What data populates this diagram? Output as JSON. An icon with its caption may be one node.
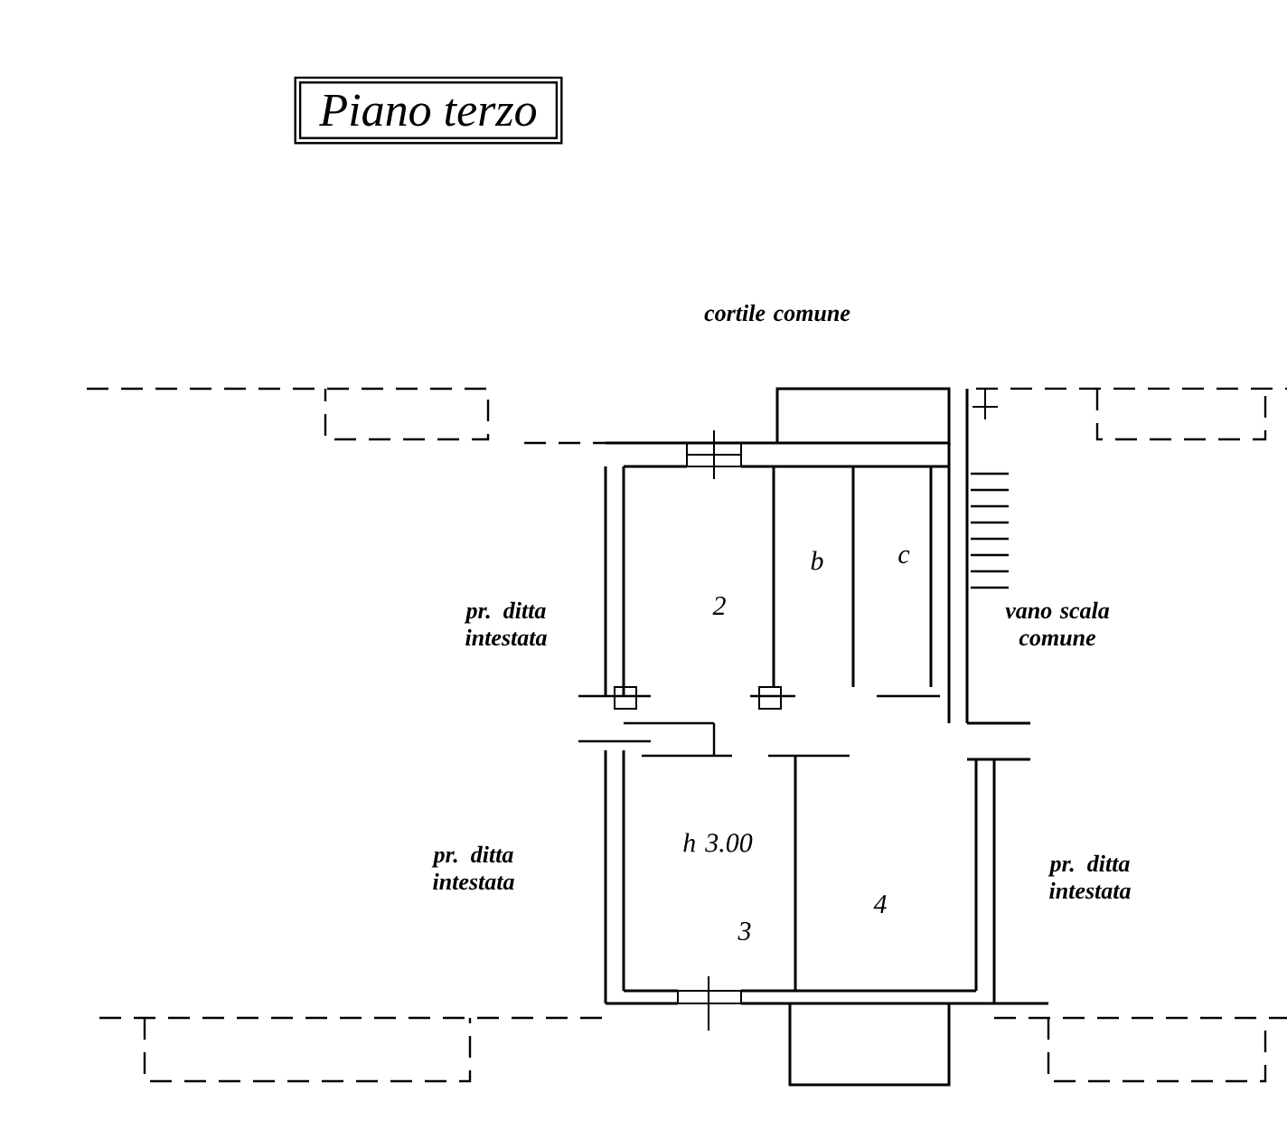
{
  "diagram": {
    "title": "Piano terzo",
    "labels": [
      "cortile comune",
      "pr. ditta intestata",
      "vano scala comune",
      "b",
      "c",
      "2",
      "pr. ditta intestata",
      "h 3.00",
      "pr. ditta intestata",
      "4",
      "3"
    ]
  }
}
